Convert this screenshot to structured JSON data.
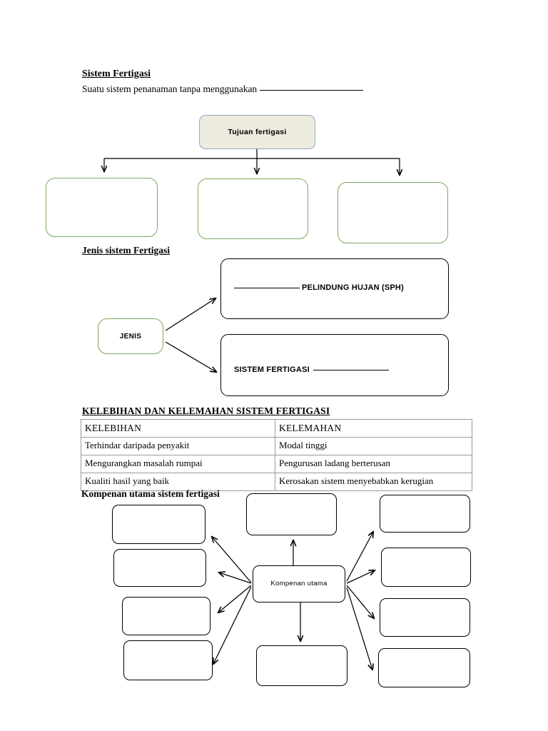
{
  "document": {
    "title": "Sistem Fertigasi",
    "intro": {
      "text_before": "Suatu sistem penanaman tanpa menggunakan",
      "blank": ""
    }
  },
  "tujuan_section": {
    "center_box_label": "Tujuan fertigasi",
    "answer_boxes": [
      {
        "label": ""
      },
      {
        "label": ""
      },
      {
        "label": ""
      }
    ]
  },
  "jenis_section": {
    "heading": "Jenis sistem Fertigasi",
    "source_box_label": "JENIS",
    "branches": [
      {
        "label": "PELINDUNG HUJAN (SPH)",
        "blank_first": true
      },
      {
        "label": "SISTEM FERTIGASI",
        "blank_first": false
      }
    ]
  },
  "table_section": {
    "heading": "KELEBIHAN DAN KELEMAHAN SISTEM FERTIGASI",
    "columns": [
      "KELEBIHAN",
      "KELEMAHAN"
    ],
    "rows": [
      [
        "Terhindar daripada penyakit",
        "Modal tinggi"
      ],
      [
        "Mengurangkan masalah rumpai",
        "Pengurusan ladang berterusan"
      ],
      [
        "Kualiti hasil yang baik",
        "Kerosakan sistem menyebabkan kerugian"
      ]
    ]
  },
  "kompenan_section": {
    "heading": "Kompenan utama sistem fertigasi",
    "center_box_label": "Kompenan utama",
    "left_boxes": [
      {
        "label": ""
      },
      {
        "label": ""
      },
      {
        "label": ""
      },
      {
        "label": ""
      }
    ],
    "right_boxes": [
      {
        "label": ""
      },
      {
        "label": ""
      },
      {
        "label": ""
      },
      {
        "label": ""
      }
    ],
    "top_box": {
      "label": ""
    },
    "bottom_box": {
      "label": ""
    }
  },
  "colors": {
    "green_border": "#7ba75c",
    "beige_fill": "#edeade",
    "beige_border": "#8ea9c1",
    "black": "#000000",
    "table_border": "#9a9a9a"
  }
}
